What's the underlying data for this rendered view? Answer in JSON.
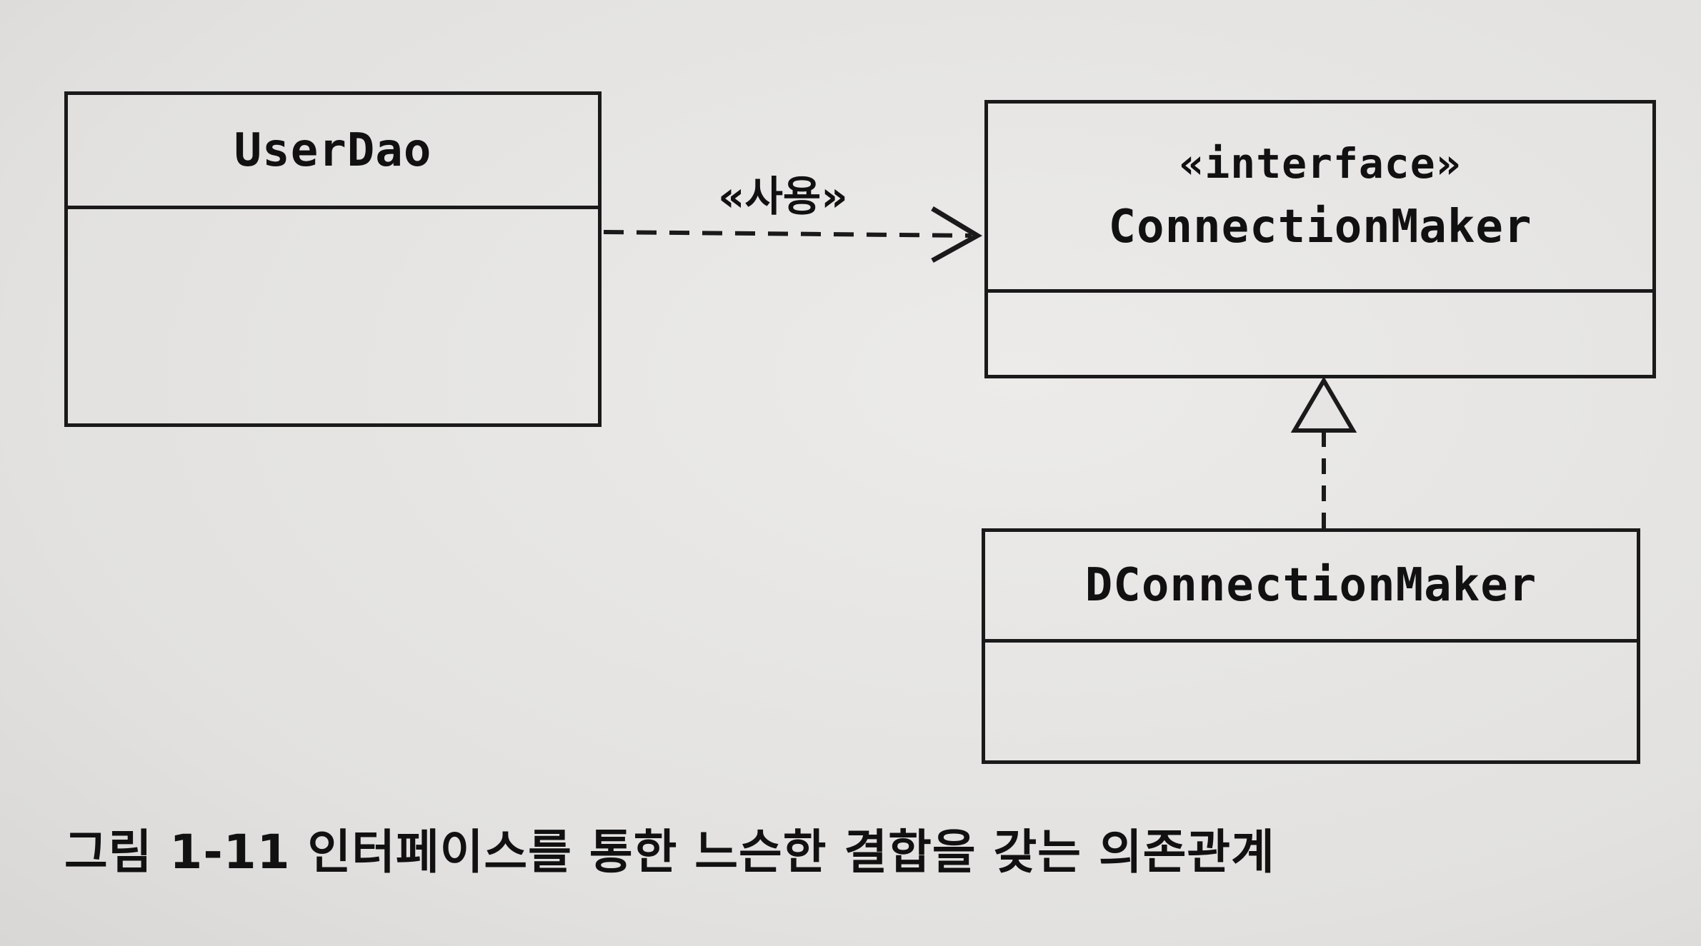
{
  "diagram": {
    "classes": [
      {
        "id": "userdao",
        "name": "UserDao"
      },
      {
        "id": "connmaker",
        "stereotype": "«interface»",
        "name": "ConnectionMaker"
      },
      {
        "id": "dconn",
        "name": "DConnectionMaker"
      }
    ],
    "relations": [
      {
        "from": "UserDao",
        "to": "ConnectionMaker",
        "kind": "dependency",
        "label": "«사용»"
      },
      {
        "from": "DConnectionMaker",
        "to": "ConnectionMaker",
        "kind": "realization"
      }
    ]
  },
  "caption": "그림 1-11 인터페이스를 통한 느슨한 결합을 갖는 의존관계"
}
